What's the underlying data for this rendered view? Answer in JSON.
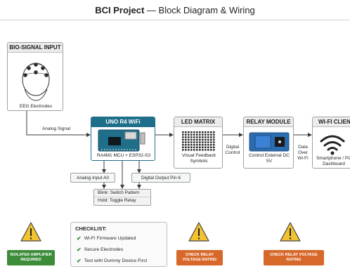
{
  "header": {
    "title_bold": "BCI Project",
    "title_rest": " — Block Diagram & Wiring"
  },
  "bio": {
    "title": "BIO-SIGNAL INPUT",
    "caption": "EEG Electrodes"
  },
  "mcu": {
    "title": "UNO R4 WiFi",
    "caption": "RA4M1 MCU + ESP32-S3"
  },
  "led": {
    "title": "LED MATRIX",
    "caption": "Visual Feedback Symbols"
  },
  "relay": {
    "title": "RELAY MODULE",
    "caption": "Control External DC 5V"
  },
  "wifi": {
    "title": "WI-FI CLIENT",
    "caption": "Smartphone / PC Dashboard"
  },
  "links": {
    "analog_signal": "Analog Signal",
    "digital_control": "Digital Control",
    "data_over_wifi": "Data Over Wi-Fi"
  },
  "pins": {
    "analog": "Analog Input A0",
    "digital": "Digital Output Pin 6"
  },
  "pattern": {
    "blink": "Blink: Switch Pattern",
    "hold": "Hold: Toggle Relay"
  },
  "warnings": {
    "amplifier": "ISOLATED AMPLIFIER REQUIRED",
    "relay_voltage": "CHECK RELAY VOLTAGE RATING",
    "relay_voltage_2": "CHECK RELAY VOLTAGE RATING"
  },
  "checklist": {
    "title": "CHECKLIST:",
    "items": [
      "Wi-Fi Firmware Updated",
      "Secure Electrodes",
      "Test with Dummy Device First"
    ]
  },
  "colors": {
    "mcu_accent": "#1f6f8b",
    "relay_accent": "#2b6cb0",
    "warn_green": "#3c8c3a",
    "warn_orange": "#d8682a",
    "warn_yellow": "#f2c230"
  }
}
